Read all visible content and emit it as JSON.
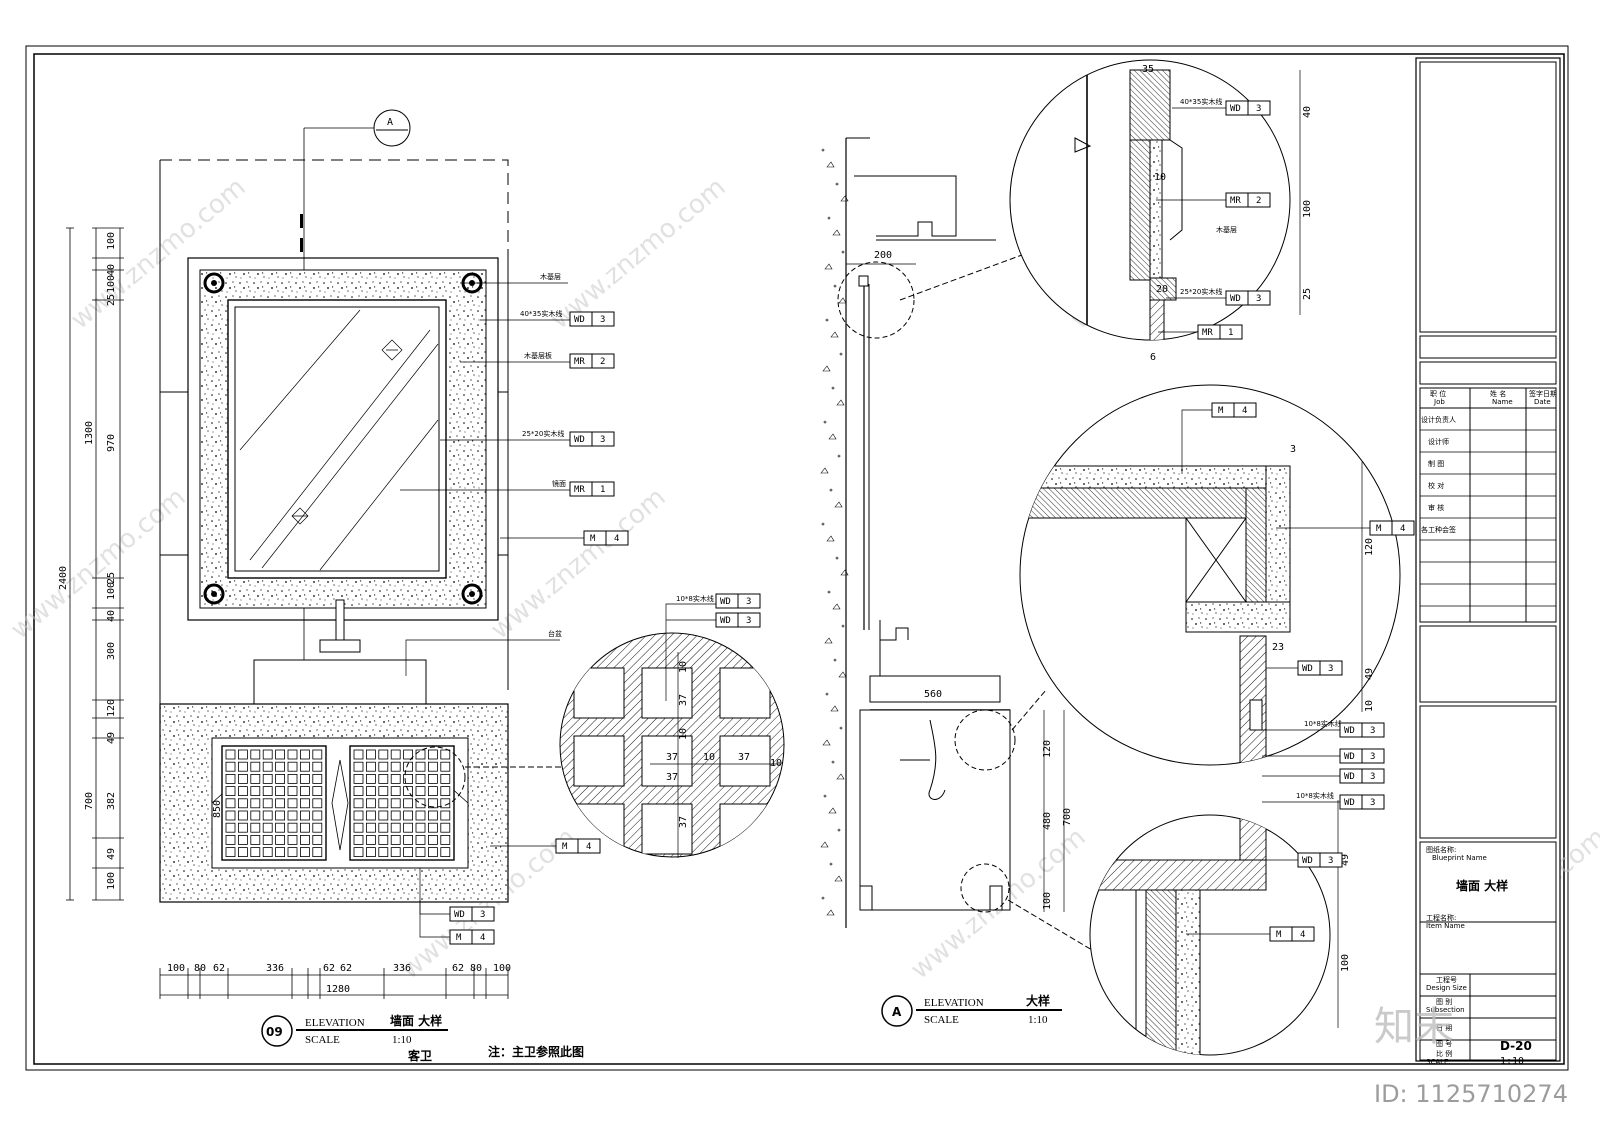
{
  "watermark": "www.znzmo.com",
  "watermark_brand": "知末网",
  "logo": "知末",
  "image_id": "ID: 1125710274",
  "left_drawing": {
    "view_number": "09",
    "title_en": "ELEVATION",
    "title_cn": "墙面  大样",
    "scale_label": "SCALE",
    "scale": "1:10",
    "room": "客卫",
    "note": "注：主卫参照此图",
    "section_marker": "A",
    "vertical_dims": [
      "100",
      "40",
      "100",
      "25",
      "970",
      "25",
      "100",
      "40",
      "300",
      "120",
      "49",
      "382",
      "49",
      "100"
    ],
    "overall_dims": [
      "1300",
      "2400",
      "700",
      "850"
    ],
    "horizontal_dims": [
      "100",
      "80",
      "62",
      "336",
      "62",
      "62",
      "336",
      "62",
      "80",
      "100"
    ],
    "overall_width": "1280",
    "tags": [
      {
        "note": "木基层",
        "code": "",
        "num": ""
      },
      {
        "note": "40*35实木线",
        "code": "WD",
        "num": "3"
      },
      {
        "note": "木基层板",
        "code": "MR",
        "num": "2"
      },
      {
        "note": "25*20实木线",
        "code": "WD",
        "num": "3"
      },
      {
        "note": "镜面",
        "code": "MR",
        "num": "1"
      },
      {
        "note": "",
        "code": "M",
        "num": "4"
      },
      {
        "note": "台盆",
        "code": "",
        "num": ""
      },
      {
        "note": "",
        "code": "M",
        "num": "4"
      },
      {
        "note": "",
        "code": "WD",
        "num": "3"
      },
      {
        "note": "",
        "code": "M",
        "num": "4"
      }
    ],
    "detail": {
      "note": "10*8实木线",
      "tags": [
        {
          "code": "WD",
          "num": "3"
        },
        {
          "code": "WD",
          "num": "3"
        }
      ],
      "dims": [
        "10",
        "37",
        "10",
        "37",
        "37",
        "10",
        "37",
        "10",
        "37"
      ]
    }
  },
  "right_drawing": {
    "view_letter": "A",
    "title_en": "ELEVATION",
    "title_cn": "大样",
    "scale_label": "SCALE",
    "scale": "1:10",
    "dims": [
      "200",
      "560",
      "120",
      "480",
      "700",
      "100"
    ],
    "detail_top": {
      "dims": [
        "35",
        "40",
        "10",
        "100",
        "20",
        "25",
        "6"
      ],
      "tags": [
        {
          "note": "40*35实木线",
          "code": "WD",
          "num": "3"
        },
        {
          "note": "",
          "code": "MR",
          "num": "2"
        },
        {
          "note": "木基层",
          "code": "",
          "num": ""
        },
        {
          "note": "25*20实木线",
          "code": "WD",
          "num": "3"
        },
        {
          "note": "",
          "code": "MR",
          "num": "1"
        }
      ]
    },
    "detail_mid": {
      "dims": [
        "3",
        "120",
        "23",
        "49",
        "10"
      ],
      "tags": [
        {
          "note": "",
          "code": "M",
          "num": "4"
        },
        {
          "note": "",
          "code": "M",
          "num": "4"
        },
        {
          "note": "",
          "code": "WD",
          "num": "3"
        },
        {
          "note": "10*8实木线",
          "code": "WD",
          "num": "3"
        },
        {
          "note": "",
          "code": "WD",
          "num": "3"
        },
        {
          "note": "",
          "code": "WD",
          "num": "3"
        }
      ]
    },
    "detail_bottom": {
      "dims": [
        "49",
        "100"
      ],
      "tags": [
        {
          "note": "10*8实木线",
          "code": "WD",
          "num": "3"
        },
        {
          "note": "",
          "code": "WD",
          "num": "3"
        },
        {
          "note": "",
          "code": "M",
          "num": "4"
        }
      ]
    }
  },
  "title_block": {
    "header": {
      "job_cn": "职  位",
      "job_en": "Job",
      "name_cn": "姓  名",
      "name_en": "Name",
      "date_cn": "签字日期",
      "date_en": "Date"
    },
    "roles": [
      "设计负责人",
      "设计师",
      "制  图",
      "校  对",
      "审  核",
      "各工种会签"
    ],
    "blueprint_label": "图纸名称:",
    "blueprint_en": "Blueprint  Name",
    "blueprint_name": "墙面  大样",
    "item_label": "工程名称:",
    "item_en": "Item Name",
    "design_size_cn": "工程号",
    "design_size_en": "Design Size",
    "subsection_cn": "图  别",
    "subsection_en": "Subsection",
    "date_cn": "日  期",
    "sheet_cn": "图  号",
    "sheet_no": "D-20",
    "scale_cn": "比  例",
    "scale_en": "SCALE:",
    "scale": "1:10"
  }
}
